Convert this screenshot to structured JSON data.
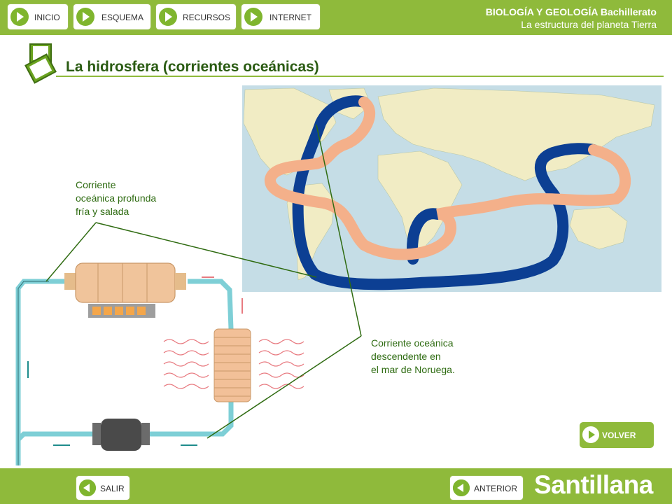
{
  "nav": {
    "inicio": "INICIO",
    "esquema": "ESQUEMA",
    "recursos": "RECURSOS",
    "internet": "INTERNET"
  },
  "course": {
    "subject": "BIOLOGÍA Y GEOLOGÍA Bachillerato",
    "unit": "La estructura del planeta Tierra"
  },
  "page": {
    "title": "La hidrosfera (corrientes oceánicas)"
  },
  "labels": {
    "deep_line1": "Corriente",
    "deep_line2": "oceánica profunda",
    "deep_line3": "fría y salada",
    "desc_line1": "Corriente oceánica",
    "desc_line2": "descendente en",
    "desc_line3": "el mar de Noruega."
  },
  "buttons": {
    "volver": "VOLVER",
    "salir": "SALIR",
    "anterior": "ANTERIOR"
  },
  "brand": "Santillana",
  "colors": {
    "bar": "#8fba3b",
    "title": "#2a5b12",
    "cold_current": "#0a3d8f",
    "warm_current": "#f4b08a",
    "pipe": "#7ecfd6"
  }
}
